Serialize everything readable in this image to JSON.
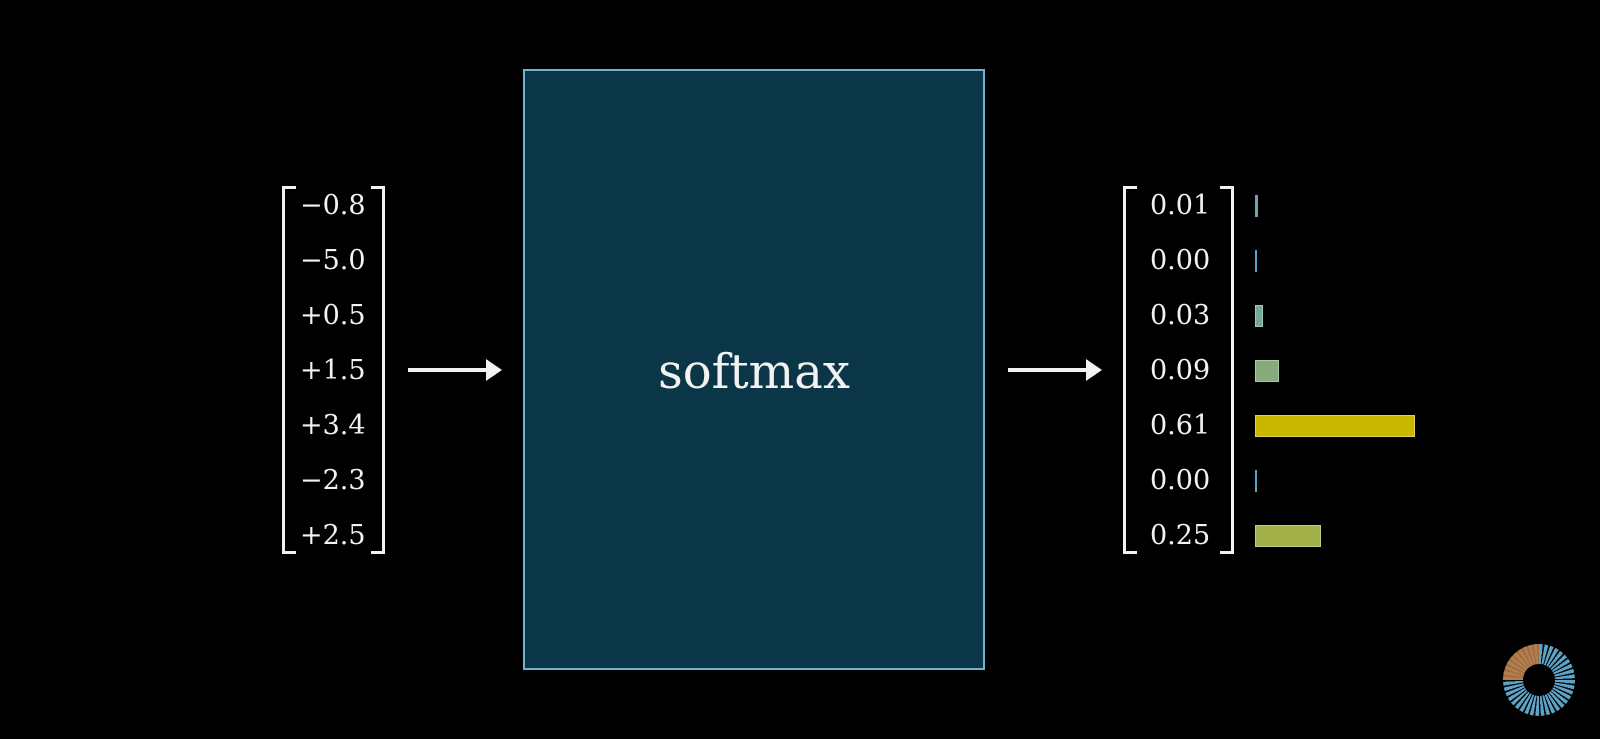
{
  "input_vector": [
    "−0.8",
    "−5.0",
    "+0.5",
    "+1.5",
    "+3.4",
    "−2.3",
    "+2.5"
  ],
  "function_label": "softmax",
  "output_vector": [
    "0.01",
    "0.00",
    "0.03",
    "0.09",
    "0.61",
    "0.00",
    "0.25"
  ],
  "probabilities": [
    0.01,
    0.0,
    0.03,
    0.09,
    0.61,
    0.0,
    0.25
  ],
  "colors": {
    "background": "#000000",
    "box_fill": "#0b3647",
    "box_border": "#6fb3cc",
    "text": "#f2f2f2",
    "bar_low": "#5ba3c7",
    "bar_high": "#c9b800"
  }
}
